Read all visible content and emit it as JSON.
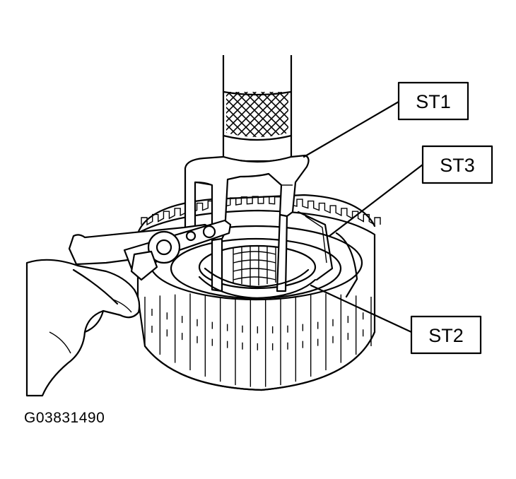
{
  "callouts": [
    {
      "id": "st1",
      "label": "ST1"
    },
    {
      "id": "st3",
      "label": "ST3"
    },
    {
      "id": "st2",
      "label": "ST2"
    }
  ],
  "figure_id": "G03831490",
  "colors": {
    "line": "#000000",
    "background": "#ffffff"
  }
}
